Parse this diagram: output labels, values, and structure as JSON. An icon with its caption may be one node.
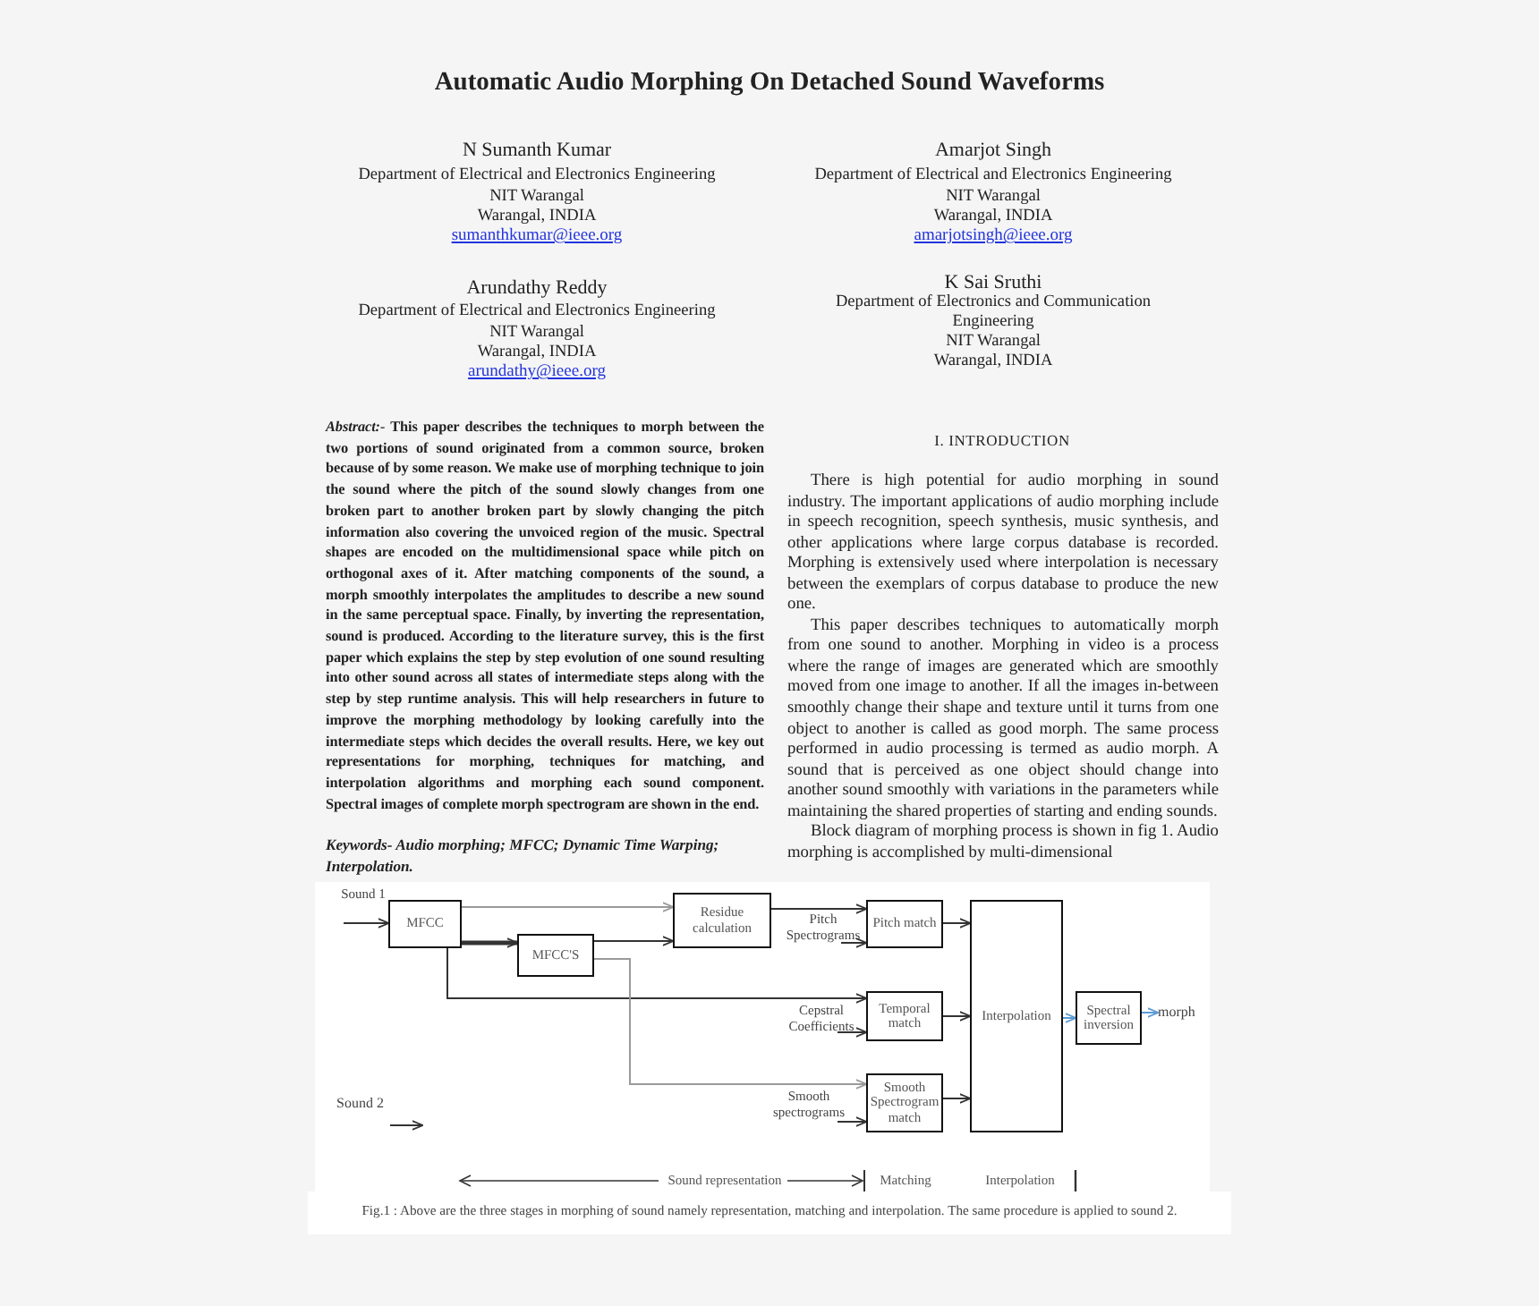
{
  "diagram": {
    "title": "Automatic Audio Morphing On Detached Sound Waveforms",
    "caption": "Fig.1 : Above are the three stages in morphing of sound namely representation, matching and interpolation. The same procedure is applied to sound 2.",
    "nodes": [
      {
        "text": [
          "MFCC"
        ]
      },
      {
        "text": [
          "MFCC'S"
        ]
      },
      {
        "text": [
          "Residue calculation"
        ]
      },
      {
        "text": [
          "Pitch match"
        ]
      },
      {
        "text": [
          "Temporal match"
        ]
      },
      {
        "text": [
          "Smooth Spectrogram match"
        ]
      },
      {
        "text": [
          "Interpolation"
        ]
      },
      {
        "text": [
          "Spectral inversion"
        ]
      },
      {
        "text": [
          "morph"
        ]
      },
      {
        "text": [
          "Sound 2"
        ]
      }
    ],
    "edges": [
      {
        "from": null,
        "to": 0,
        "arrow": "to",
        "label": "Sound 1"
      },
      {
        "from": 0,
        "to": 2,
        "arrow": "to",
        "color": "#9a9a9a"
      },
      {
        "from": 0,
        "to": 1,
        "arrow": "to",
        "style": "thick"
      },
      {
        "from": 1,
        "to": 2,
        "arrow": "to"
      },
      {
        "from": 0,
        "to": 4,
        "arrow": "to",
        "label": "Cepstral Coefficients"
      },
      {
        "from": null,
        "to": 4,
        "arrow": "to"
      },
      {
        "from": 1,
        "to": 5,
        "arrow": "to",
        "color": "#9a9a9a"
      },
      {
        "from": null,
        "to": 5,
        "arrow": "to",
        "label": "Smooth spectrograms"
      },
      {
        "from": 2,
        "to": 3,
        "arrow": "to",
        "label": "Pitch Spectrograms"
      },
      {
        "from": null,
        "to": 3,
        "arrow": "to"
      },
      {
        "from": 3,
        "to": 6,
        "arrow": "to"
      },
      {
        "from": 4,
        "to": 6,
        "arrow": "to"
      },
      {
        "from": 5,
        "to": 6,
        "arrow": "to"
      },
      {
        "from": 6,
        "to": 7,
        "arrow": "to",
        "color": "#5b9bd5"
      },
      {
        "from": 7,
        "to": 8,
        "arrow": "to",
        "color": "#5b9bd5"
      },
      {
        "from": 9,
        "to": null,
        "arrow": "to"
      }
    ],
    "labels": [
      "N Sumanth Kumar",
      "Department of Electrical and Electronics Engineering",
      "NIT Warangal",
      "Warangal, INDIA",
      "sumanthkumar@ieee.org",
      "Amarjot Singh",
      "Department of Electrical and Electronics Engineering",
      "NIT Warangal",
      "Warangal, INDIA",
      "amarjotsingh@ieee.org",
      "Arundathy Reddy",
      "Department of Electrical and Electronics Engineering",
      "NIT Warangal",
      "Warangal, INDIA",
      "arundathy@ieee.org",
      "K Sai Sruthi",
      "Department of Electronics and Communication Engineering",
      "NIT Warangal",
      "Warangal, INDIA",
      "*Abstract:-* This paper describes the techniques to morph between the two portions of sound originated from a common source, broken because of by some reason. We make use of morphing technique to join the sound where the pitch of the sound slowly changes from one broken part to another broken part by slowly changing the pitch information also covering the unvoiced region of the music. Spectral shapes are encoded on the multidimensional space while pitch on orthogonal axes of it. After matching components of the sound, a morph smoothly interpolates the amplitudes to describe a new sound in the same perceptual space. Finally, by inverting the representation, sound is produced. According to the literature survey, this is the first paper which explains the step by step evolution of one sound resulting into other sound across all states of intermediate steps along with the step by step runtime analysis. This will help researchers in future to improve the morphing methodology by looking carefully into the intermediate steps which decides the overall results. Here, we key out representations for morphing, techniques for matching, and interpolation algorithms and morphing each sound component. Spectral images of complete morph spectrogram are shown in the end.",
      "Keywords- Audio morphing; MFCC; Dynamic Time Warping; Interpolation.",
      "I. INTRODUCTION",
      "There is high potential for audio morphing in sound industry. The important applications of audio morphing include in speech recognition, speech synthesis, music synthesis, and other applications where large corpus database is recorded. Morphing is extensively used where interpolation is necessary between the exemplars of corpus database to produce the new one.",
      "This paper describes techniques to automatically morph from one sound to another. Morphing in video is a process where the range of images are generated which are smoothly moved from one image to another. If all the images in-between smoothly change their shape and texture until it turns from one object to another is called as good morph. The same process performed in audio processing is termed as audio morph. A sound that is perceived as one object should change into another sound smoothly with variations in the parameters while maintaining the shared properties of starting and ending sounds.",
      "Block diagram of morphing process is shown in fig 1. Audio morphing is accomplished by multi-dimensional",
      "Sound representation",
      "Matching",
      "Interpolation"
    ]
  }
}
